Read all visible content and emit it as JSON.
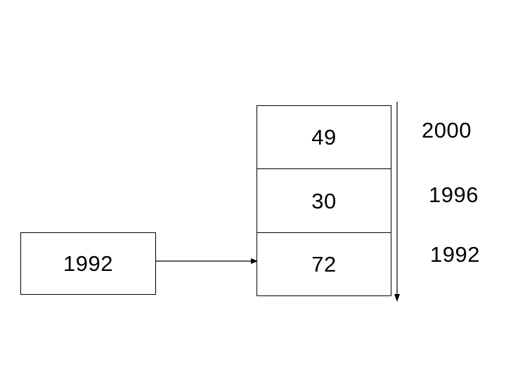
{
  "diagram": {
    "source_box": {
      "label": "1992"
    },
    "connector": {
      "icon": "arrow-right-icon"
    },
    "timeline_axis": {
      "icon": "arrow-down-icon",
      "labels": [
        "2000",
        "1996",
        "1992"
      ]
    },
    "stack": {
      "cells": [
        {
          "value": "49"
        },
        {
          "value": "30"
        },
        {
          "value": "72"
        }
      ]
    }
  }
}
